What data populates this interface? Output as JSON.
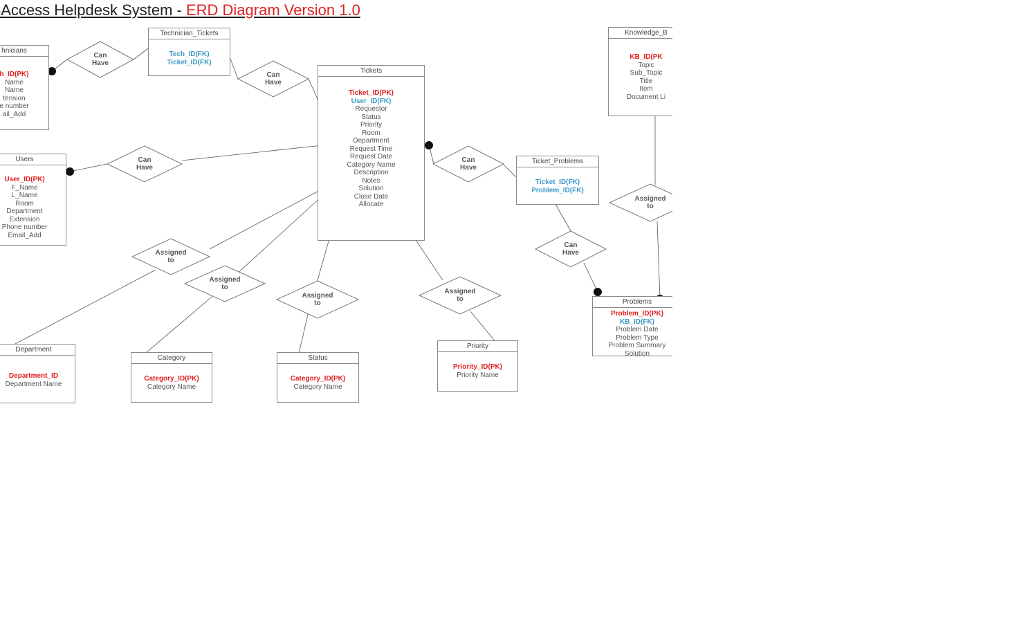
{
  "title": {
    "main": "lti-Access Helpdesk System - ",
    "version": "ERD Diagram Version 1.0"
  },
  "entities": {
    "technicians": {
      "name": "hnicians",
      "attrs": [
        {
          "text": "h_ID(PK)",
          "kind": "pk"
        },
        {
          "text": "Name",
          "kind": "attr"
        },
        {
          "text": "Name",
          "kind": "attr"
        },
        {
          "text": "tension",
          "kind": "attr"
        },
        {
          "text": "e number",
          "kind": "attr"
        },
        {
          "text": "ail_Add",
          "kind": "attr"
        }
      ]
    },
    "technician_tickets": {
      "name": "Technician_Tickets",
      "attrs": [
        {
          "text": "Tech_ID(FK)",
          "kind": "fk"
        },
        {
          "text": "Ticket_ID(FK)",
          "kind": "fk"
        }
      ]
    },
    "tickets": {
      "name": "Tickets",
      "attrs": [
        {
          "text": "Ticket_ID(PK)",
          "kind": "pk"
        },
        {
          "text": "User_ID(FK)",
          "kind": "fk"
        },
        {
          "text": "Requestor",
          "kind": "attr"
        },
        {
          "text": "Status",
          "kind": "attr"
        },
        {
          "text": "Priority",
          "kind": "attr"
        },
        {
          "text": "Room",
          "kind": "attr"
        },
        {
          "text": "Department",
          "kind": "attr"
        },
        {
          "text": "Request Time",
          "kind": "attr"
        },
        {
          "text": "Request Date",
          "kind": "attr"
        },
        {
          "text": "Category Name",
          "kind": "attr"
        },
        {
          "text": "Description",
          "kind": "attr"
        },
        {
          "text": "Notes",
          "kind": "attr"
        },
        {
          "text": "Solution",
          "kind": "attr"
        },
        {
          "text": "Close Date",
          "kind": "attr"
        },
        {
          "text": "Allocate",
          "kind": "attr"
        }
      ]
    },
    "knowledge_base": {
      "name": "Knowledge_B",
      "attrs": [
        {
          "text": "KB_ID(PK",
          "kind": "pk"
        },
        {
          "text": "Topic",
          "kind": "attr"
        },
        {
          "text": "Sub_Topic",
          "kind": "attr"
        },
        {
          "text": "Title",
          "kind": "attr"
        },
        {
          "text": "Item",
          "kind": "attr"
        },
        {
          "text": "Document Li",
          "kind": "attr"
        }
      ]
    },
    "users": {
      "name": "Users",
      "attrs": [
        {
          "text": "User_ID(PK)",
          "kind": "pk"
        },
        {
          "text": "F_Name",
          "kind": "attr"
        },
        {
          "text": "L_Name",
          "kind": "attr"
        },
        {
          "text": "Room",
          "kind": "attr"
        },
        {
          "text": "Department",
          "kind": "attr"
        },
        {
          "text": "Extension",
          "kind": "attr"
        },
        {
          "text": "Phone number",
          "kind": "attr"
        },
        {
          "text": "Email_Add",
          "kind": "attr"
        }
      ]
    },
    "ticket_problems": {
      "name": "Ticket_Problems",
      "attrs": [
        {
          "text": "Ticket_ID(FK)",
          "kind": "fk"
        },
        {
          "text": "Problem_ID(FK)",
          "kind": "fk"
        }
      ]
    },
    "problems": {
      "name": "Problems",
      "attrs": [
        {
          "text": "Problem_ID(PK)",
          "kind": "pk"
        },
        {
          "text": "KB_ID(FK)",
          "kind": "fk"
        },
        {
          "text": "Problem Date",
          "kind": "attr"
        },
        {
          "text": "Problem Type",
          "kind": "attr"
        },
        {
          "text": "Problem Summary",
          "kind": "attr"
        },
        {
          "text": "Solution",
          "kind": "attr"
        }
      ]
    },
    "department": {
      "name": "Department",
      "attrs": [
        {
          "text": "Department_ID",
          "kind": "pk"
        },
        {
          "text": "Department Name",
          "kind": "attr"
        }
      ]
    },
    "category": {
      "name": "Category",
      "attrs": [
        {
          "text": "Category_ID(PK)",
          "kind": "pk"
        },
        {
          "text": "Category Name",
          "kind": "attr"
        }
      ]
    },
    "status": {
      "name": "Status",
      "attrs": [
        {
          "text": "Category_ID(PK)",
          "kind": "pk"
        },
        {
          "text": "Category Name",
          "kind": "attr"
        }
      ]
    },
    "priority": {
      "name": "Priority",
      "attrs": [
        {
          "text": "Priority_ID(PK)",
          "kind": "pk"
        },
        {
          "text": "Priority Name",
          "kind": "attr"
        }
      ]
    }
  },
  "relationships": {
    "r1": [
      "Can",
      "Have"
    ],
    "r2": [
      "Can",
      "Have"
    ],
    "r3": [
      "Can",
      "Have"
    ],
    "r4": [
      "Can",
      "Have"
    ],
    "r5": [
      "Can",
      "Have"
    ],
    "r6": [
      "Assigned",
      "to"
    ],
    "r7": [
      "Assigned",
      "to"
    ],
    "r8": [
      "Assigned",
      "to"
    ],
    "r9": [
      "Assigned",
      "to"
    ],
    "r10": [
      "Assigned",
      "to"
    ]
  },
  "colors": {
    "pk": "#e02020",
    "fk": "#3a9ac8",
    "line": "#555555",
    "border": "#8a8a8a"
  }
}
